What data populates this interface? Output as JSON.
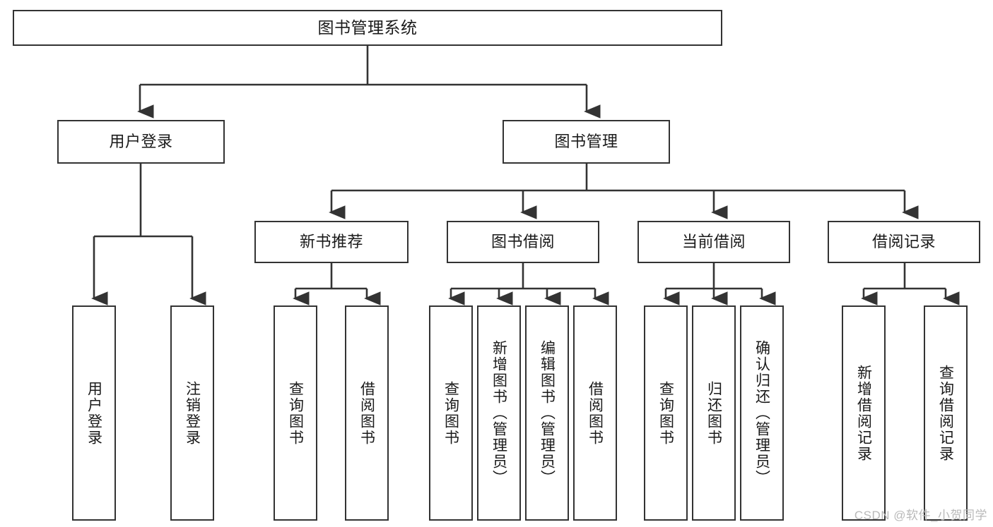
{
  "diagram": {
    "type": "tree-hierarchy",
    "title": "图书管理系统",
    "colors": {
      "box_border": "#333333",
      "box_fill": "#ffffff",
      "connector": "#333333",
      "text": "#1a1a1a",
      "watermark": "#b9b9b9"
    },
    "nodes": {
      "root": {
        "label": "图书管理系统"
      },
      "level2": [
        {
          "id": "user-login",
          "label": "用户登录"
        },
        {
          "id": "book-management",
          "label": "图书管理"
        }
      ],
      "level3": [
        {
          "id": "new-book-recommend",
          "label": "新书推荐"
        },
        {
          "id": "book-borrow",
          "label": "图书借阅"
        },
        {
          "id": "current-borrow",
          "label": "当前借阅"
        },
        {
          "id": "borrow-record",
          "label": "借阅记录"
        }
      ],
      "leaves": {
        "user_login": [
          {
            "id": "leaf-user-login",
            "label": "用户登录"
          },
          {
            "id": "leaf-user-logout",
            "label": "注销登录"
          }
        ],
        "new_book_recommend": [
          {
            "id": "leaf-query-book-1",
            "label": "查询图书"
          },
          {
            "id": "leaf-borrow-book-1",
            "label": "借阅图书"
          }
        ],
        "book_borrow": [
          {
            "id": "leaf-query-book-2",
            "label": "查询图书"
          },
          {
            "id": "leaf-add-book",
            "label": "新增图书（管理员）"
          },
          {
            "id": "leaf-edit-book",
            "label": "编辑图书（管理员）"
          },
          {
            "id": "leaf-borrow-book-2",
            "label": "借阅图书"
          }
        ],
        "current_borrow": [
          {
            "id": "leaf-query-book-3",
            "label": "查询图书"
          },
          {
            "id": "leaf-return-book",
            "label": "归还图书"
          },
          {
            "id": "leaf-confirm-return",
            "label": "确认归还（管理员）"
          }
        ],
        "borrow_record": [
          {
            "id": "leaf-add-record",
            "label": "新增借阅记录"
          },
          {
            "id": "leaf-query-record",
            "label": "查询借阅记录"
          }
        ]
      }
    },
    "watermark": "CSDN @软件_小贺同学"
  }
}
